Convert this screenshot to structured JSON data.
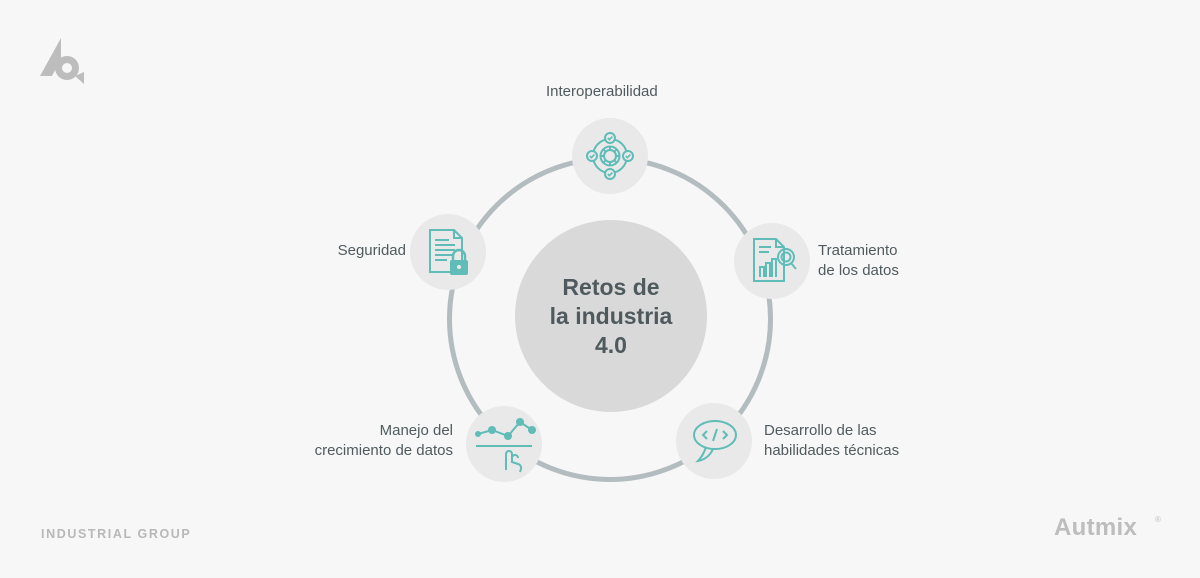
{
  "diagram": {
    "title": "Retos de\nla industria\n4.0",
    "nodes": [
      {
        "label": "Interoperabilidad",
        "icon": "gear-network-icon"
      },
      {
        "label": "Tratamiento\nde los datos",
        "icon": "document-magnifier-chart-icon"
      },
      {
        "label": "Desarrollo de las\nhabilidades técnicas",
        "icon": "code-speech-bubble-icon"
      },
      {
        "label": "Manejo del\ncrecimiento de datos",
        "icon": "hand-line-chart-icon"
      },
      {
        "label": "Seguridad",
        "icon": "locked-document-icon"
      }
    ]
  },
  "footer": {
    "left_text": "INDUSTRIAL GROUP",
    "brand": "Autmix",
    "brand_mark": "®"
  },
  "colors": {
    "accent": "#5fbcb7",
    "ring": "#b3bcbf",
    "center_fill": "#d9d9d9",
    "node_fill": "#e9e9e9",
    "text": "#4f5b5f",
    "muted": "#bdbdbd"
  }
}
